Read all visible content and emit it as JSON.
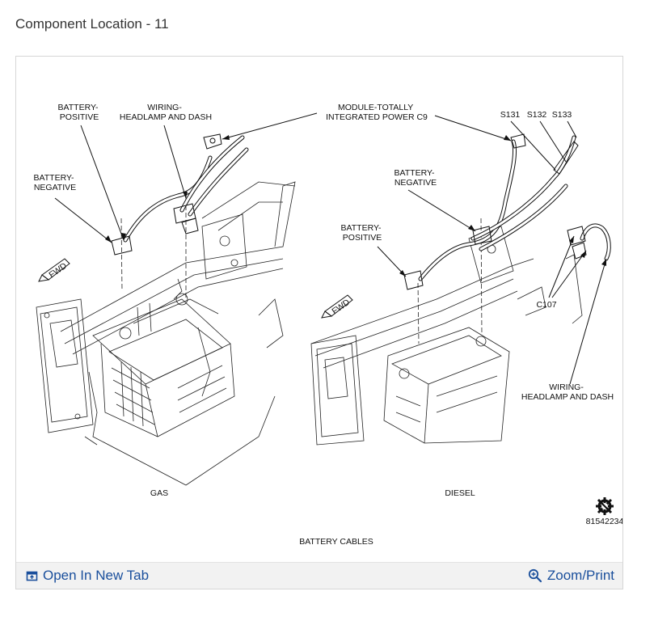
{
  "page": {
    "title": "Component Location - 11"
  },
  "diagram": {
    "labels": {
      "battery_positive_gas": [
        "BATTERY-",
        "POSITIVE"
      ],
      "wiring_headlamp_gas": [
        "WIRING-",
        "HEADLAMP AND DASH"
      ],
      "module_tipm": [
        "MODULE-TOTALLY",
        "INTEGRATED POWER C9"
      ],
      "s131": "S131",
      "s132": "S132",
      "s133": "S133",
      "battery_negative_gas": [
        "BATTERY-",
        "NEGATIVE"
      ],
      "battery_negative_diesel": [
        "BATTERY-",
        "NEGATIVE"
      ],
      "battery_positive_diesel": [
        "BATTERY-",
        "POSITIVE"
      ],
      "c107": "C107",
      "wiring_headlamp_diesel": [
        "WIRING-",
        "HEADLAMP AND DASH"
      ],
      "fwd_left": "FWD",
      "fwd_right": "FWD",
      "caption_gas": "GAS",
      "caption_diesel": "DIESEL",
      "caption_main": "BATTERY CABLES",
      "figure_number": "81542234"
    }
  },
  "footer": {
    "open_label": "Open In New Tab",
    "zoom_label": "Zoom/Print"
  },
  "icons": {
    "open": "open-new-tab-icon",
    "zoom": "zoom-magnifier-icon",
    "gear": "gear-icon"
  },
  "colors": {
    "link": "#1a4f9c",
    "footer_bg": "#f2f2f2"
  }
}
